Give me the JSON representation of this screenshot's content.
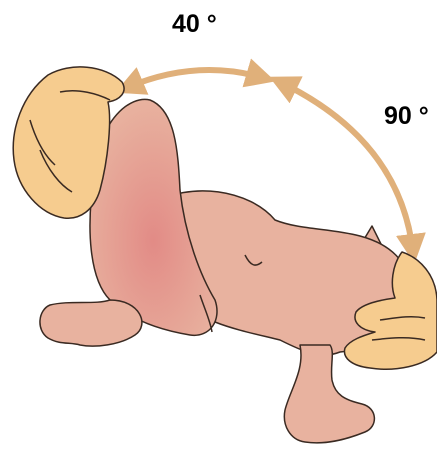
{
  "angles": {
    "hip_upper": "40 °",
    "hip_lower": "90 °"
  },
  "colors": {
    "background": "#ffffff",
    "arrow": "#e0b07a",
    "skin": "#e8b29f",
    "skin_shadow": "#d9988a",
    "examiner_hand": "#f6cc8f",
    "outline": "#3a2a22"
  },
  "figure": {
    "subject": "infant-lying-on-back",
    "hands": "examiner-hands-holding-thigh-and-pelvis"
  }
}
